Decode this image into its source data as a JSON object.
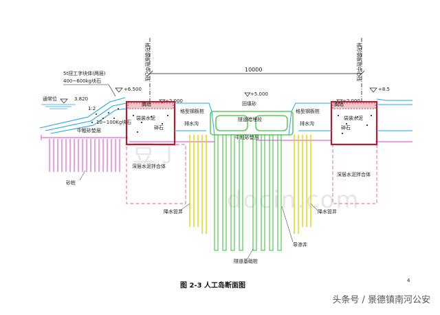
{
  "labels": {
    "left_centerline": "格形钢板桩中心线",
    "right_centerline": "格形钢板桩中心线",
    "span": "10000",
    "load_note_1": "5t扭工字块体(两层)",
    "load_note_2": "400~600kg块石",
    "elev_left_top": "+6.500",
    "elev_right_top": "+8.5",
    "elev_water": "3.820",
    "water_label": "通常位",
    "slope": "1:2",
    "elev_left_cell": "+2.000",
    "elev_right_cell": "+2.000",
    "elev_center": "+5.000",
    "left_cap": "胸墙",
    "right_cap": "胸墙",
    "rockfill": "10~100Kg块石",
    "left_bag": "袋装水泥",
    "right_bag": "袋装水泥",
    "left_fill": "碎石",
    "right_fill": "碎石",
    "left_sheet": "格型钢板桩",
    "right_sheet": "格型钢板桩",
    "backfill_sand": "回填砂",
    "tunnel": "隧道暗埋段",
    "left_drain": "排水沟",
    "right_drain": "排水沟",
    "left_sand_layer": "中粗砂垫层",
    "center_sand_layer": "中粗砂垫层",
    "left_sand_piles": "砂桩",
    "left_cement": "深层水泥拌合体",
    "right_cement": "深层水泥拌合体",
    "left_well": "降水管井",
    "right_well": "降水管井",
    "guide_well": "导渗井",
    "tunnel_piles": "隧道基础桩",
    "caption": "图 2-3   人工岛断面图",
    "watermark": "docin.com",
    "watermark_cn": "豆丁",
    "footer": "头条号 / 景德镇南河公安",
    "page_mark": "4"
  },
  "colors": {
    "line_blue": "#1fa7e6",
    "cad_red": "#c0152b",
    "sand_magenta": "#e23cd0",
    "pile_yellow": "#e6d200",
    "pile_green": "#39c43a",
    "box_pink": "#e0679e"
  }
}
